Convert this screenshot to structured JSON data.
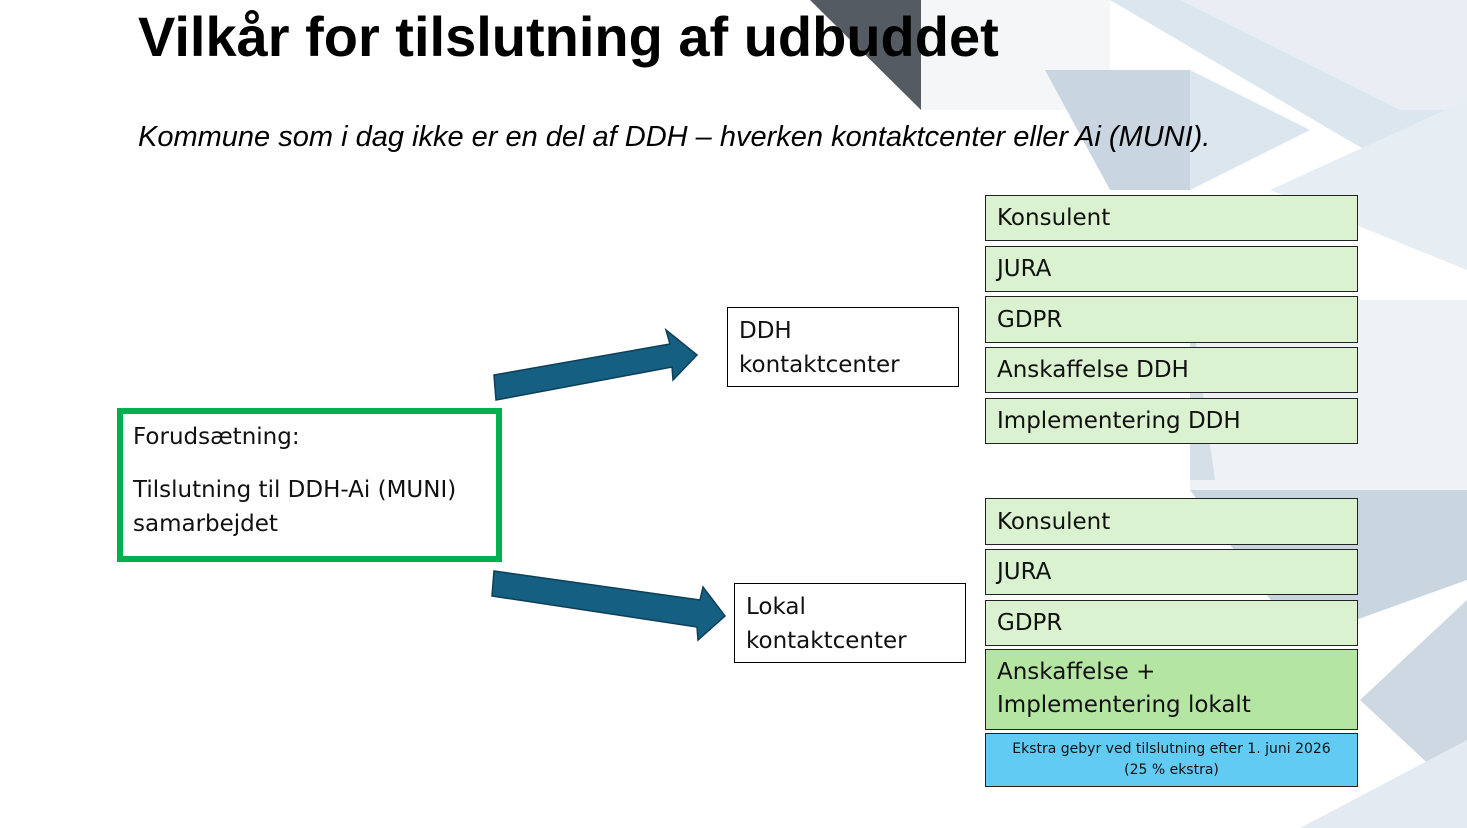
{
  "title": "Vilkår for tilslutning af udbuddet",
  "subtitle": "Kommune som i dag ikke er en del af DDH – hverken kontaktcenter eller Ai (MUNI).",
  "condition": {
    "line1": "Forudsætning:",
    "line2": "Tilslutning til DDH-Ai (MUNI)",
    "line3": "samarbejdet"
  },
  "ddh_box": {
    "line1": "DDH",
    "line2": "kontaktcenter"
  },
  "local_box": {
    "line1": "Lokal",
    "line2": "kontaktcenter"
  },
  "ddh_items": [
    "Konsulent",
    "JURA",
    "GDPR",
    "Anskaffelse DDH",
    "Implementering DDH"
  ],
  "local_items": [
    "Konsulent",
    "JURA",
    "GDPR"
  ],
  "local_combined": {
    "line1": "Anskaffelse +",
    "line2": "Implementering lokalt"
  },
  "fee": {
    "line1": "Ekstra gebyr ved tilslutning efter 1. juni 2026",
    "line2": "(25 % ekstra)"
  },
  "colors": {
    "condition_border": "#00b050",
    "item_bg": "#daf2d0",
    "combined_bg": "#b4e5a2",
    "fee_bg": "#61cbf3",
    "arrow": "#156082"
  }
}
